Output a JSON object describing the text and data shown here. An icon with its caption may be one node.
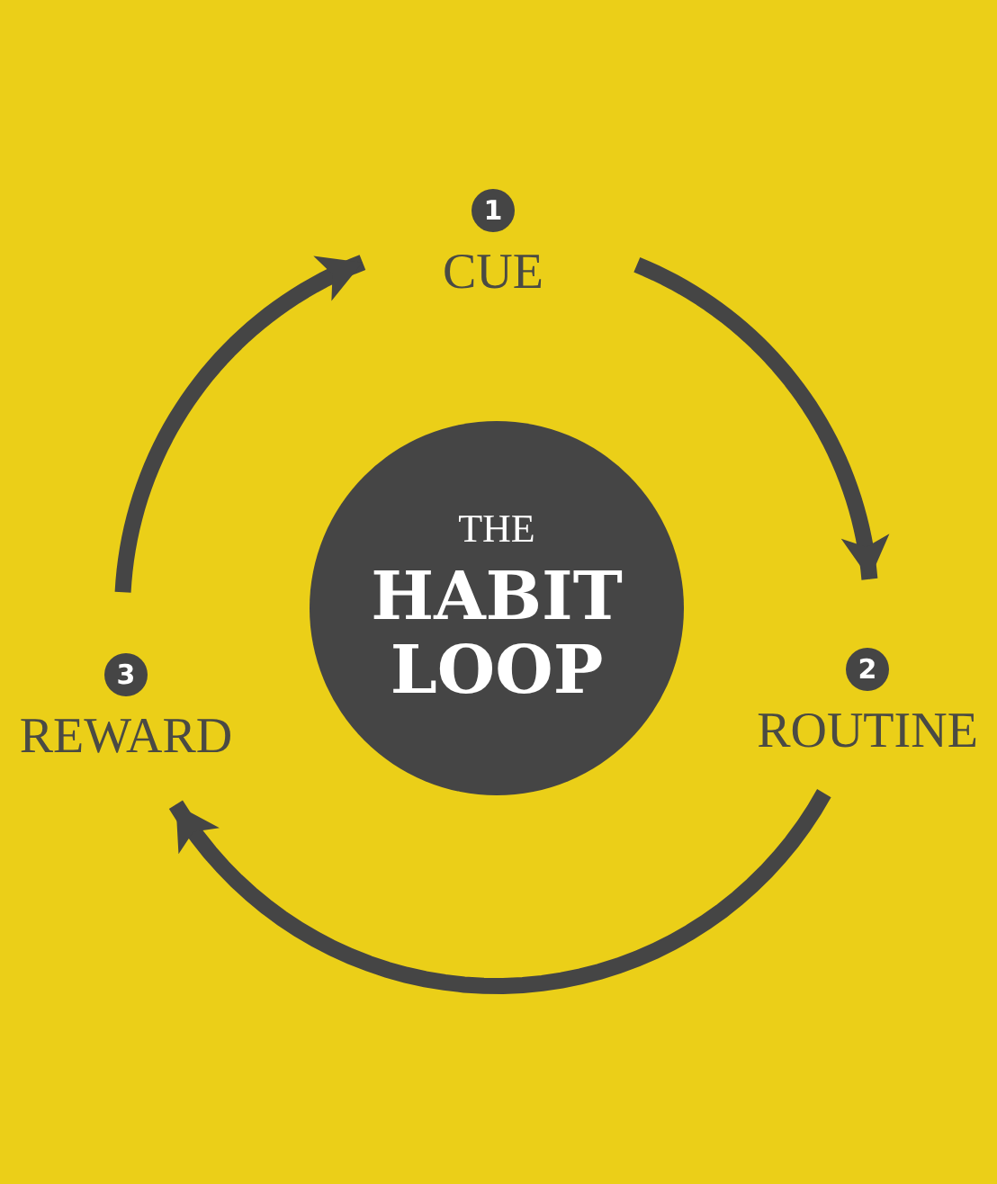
{
  "diagram": {
    "nodes": [
      {
        "text": [
          "THE",
          "HABIT LOOP"
        ]
      },
      {
        "text": [
          "1",
          "CUE"
        ]
      },
      {
        "text": [
          "2",
          "ROUTINE"
        ]
      },
      {
        "text": [
          "3",
          "REWARD"
        ]
      }
    ],
    "edges": [
      {
        "from": 1,
        "to": 2,
        "arrow": "to"
      },
      {
        "from": 2,
        "to": 3,
        "arrow": "to"
      },
      {
        "from": 3,
        "to": 1,
        "arrow": "to"
      }
    ]
  }
}
